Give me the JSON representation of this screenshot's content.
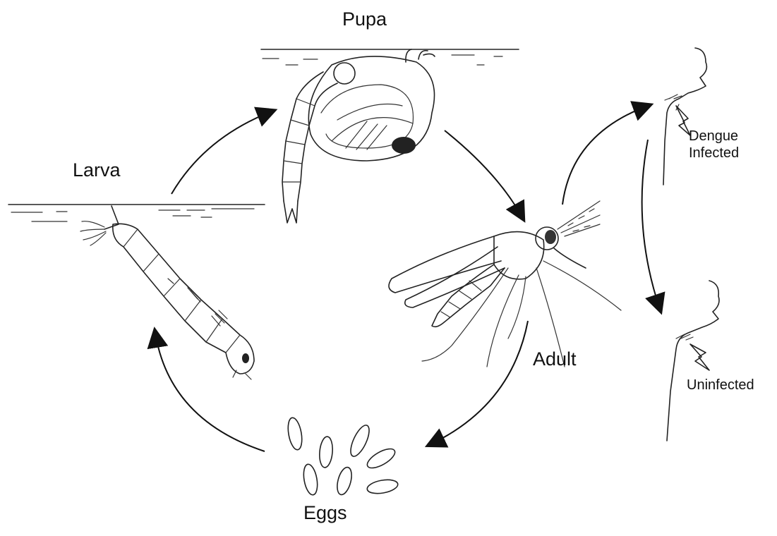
{
  "labels": {
    "pupa": "Pupa",
    "larva": "Larva",
    "adult": "Adult",
    "eggs": "Eggs",
    "dengue_line1": "Dengue",
    "dengue_line2": "Infected",
    "uninfected": "Uninfected"
  },
  "stages": [
    "Eggs",
    "Larva",
    "Pupa",
    "Adult"
  ],
  "colors": {
    "ink": "#222222",
    "background": "#ffffff"
  }
}
